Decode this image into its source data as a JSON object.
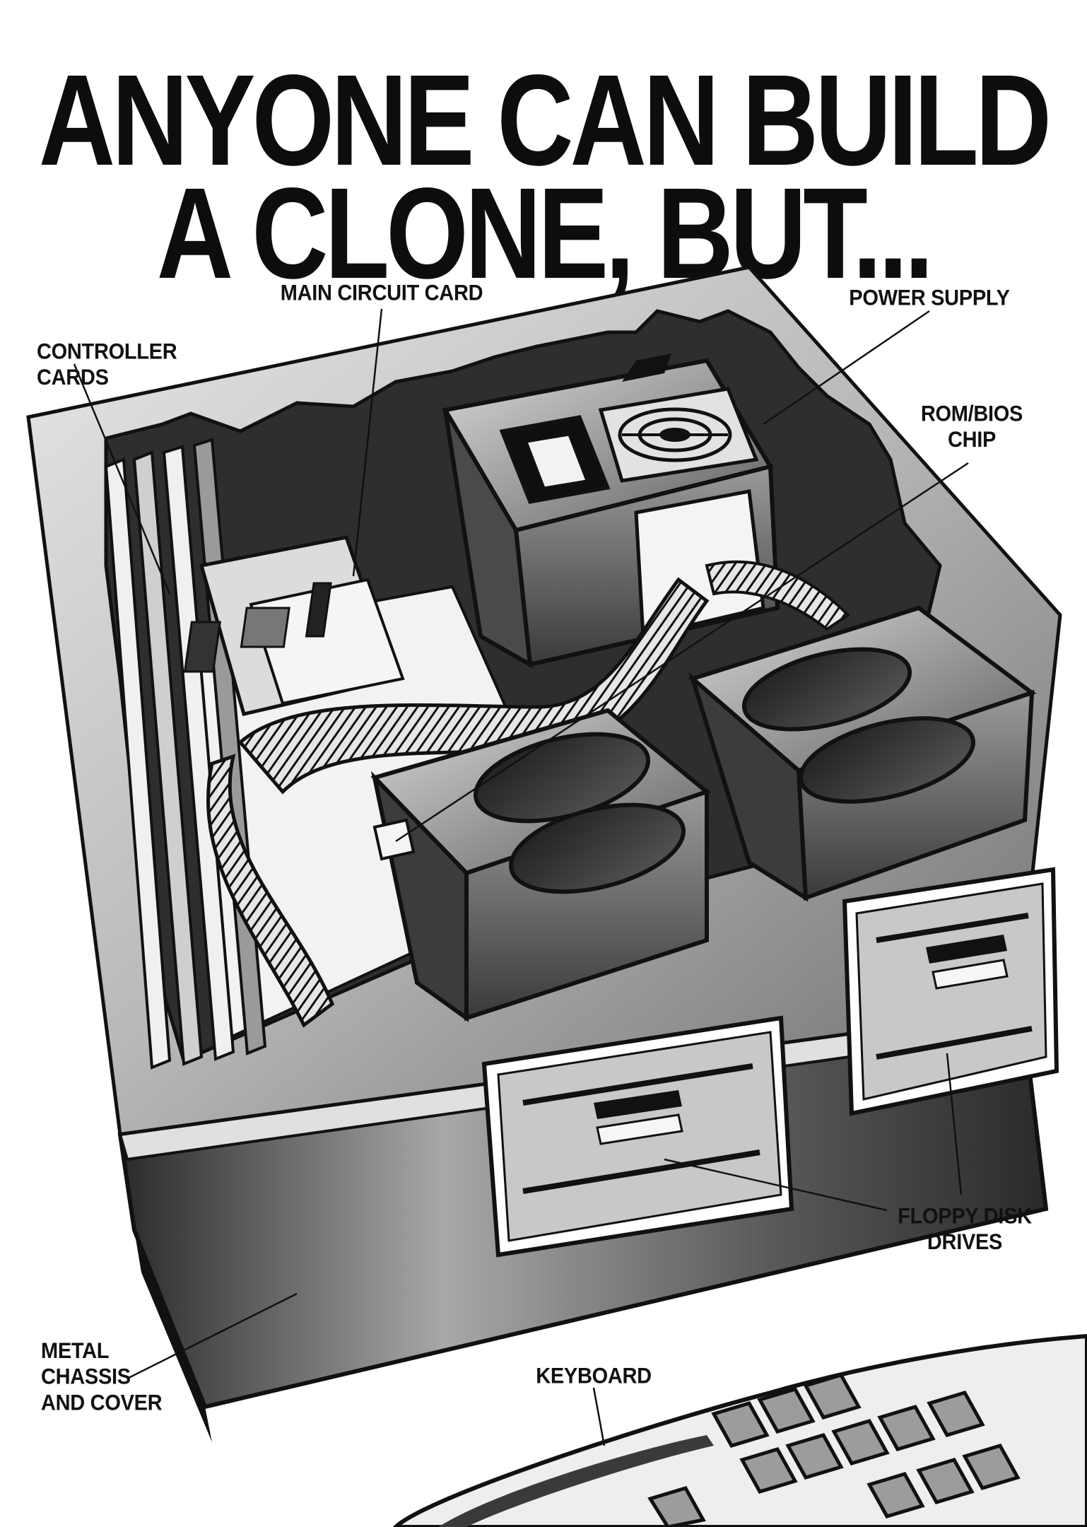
{
  "headline": {
    "line1": "ANYONE CAN BUILD",
    "line2": "A CLONE, BUT..."
  },
  "labels": {
    "main_circuit_card": "MAIN CIRCUIT CARD",
    "power_supply": "POWER SUPPLY",
    "controller_cards": "CONTROLLER CARDS",
    "rom_bios_line1": "ROM/BIOS",
    "rom_bios_line2": "CHIP",
    "floppy_line1": "FLOPPY DISK",
    "floppy_line2": "DRIVES",
    "metal_line1": "METAL",
    "metal_line2": "CHASSIS",
    "metal_line3": "AND COVER",
    "keyboard": "KEYBOARD"
  },
  "colors": {
    "ink": "#111111",
    "dark_gray": "#3a3a3a",
    "mid_gray": "#8a8a8a",
    "light_gray": "#d4d4d4",
    "paper": "#ffffff"
  }
}
